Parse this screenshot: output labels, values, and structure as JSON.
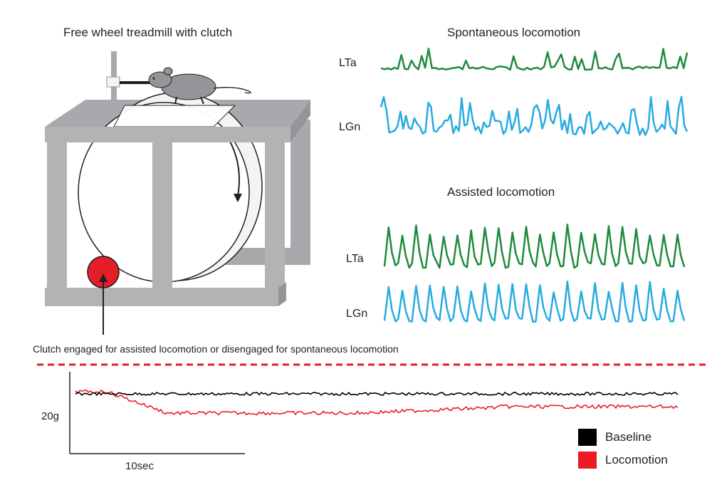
{
  "titles": {
    "treadmill": "Free wheel treadmill with clutch",
    "spontaneous": "Spontaneous locomotion",
    "assisted": "Assisted locomotion"
  },
  "traces": {
    "spont_top": "LTa",
    "spont_bottom": "LGn",
    "assist_top": "LTa",
    "assist_bottom": "LGn"
  },
  "clutch_caption": "Clutch engaged for assisted locomotion or disengaged for spontaneous locomotion",
  "force_plot": {
    "y_scale_label": "20g",
    "x_scale_label": "10sec"
  },
  "legend": [
    {
      "label": "Baseline",
      "color": "#000000"
    },
    {
      "label": "Locomotion",
      "color": "#ed1c24"
    }
  ],
  "colors": {
    "lta": "#1e8a3c",
    "lgn": "#27aae1",
    "frame": "#b3b3b4",
    "clutch": "#e41e26",
    "divider": "#e41e26"
  }
}
